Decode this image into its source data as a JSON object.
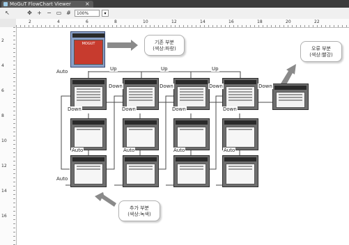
{
  "window": {
    "tab_title": "MoGuT FlowChart Viewer",
    "close_glyph": "×"
  },
  "toolbar": {
    "zoom_value": "100%",
    "zoom_dropdown_glyph": "▾",
    "buttons": [
      {
        "name": "pointer-tool-icon",
        "glyph": "↖"
      },
      {
        "name": "pan-tool-icon",
        "glyph": "✥"
      },
      {
        "name": "zoom-in-icon",
        "glyph": "+"
      },
      {
        "name": "zoom-out-icon",
        "glyph": "−"
      },
      {
        "name": "fit-page-icon",
        "glyph": "▭"
      },
      {
        "name": "grid-icon",
        "glyph": "#"
      }
    ]
  },
  "ruler": {
    "horizontal": [
      "2",
      "4",
      "6",
      "8",
      "10",
      "12",
      "14",
      "16",
      "18",
      "20",
      "22"
    ],
    "vertical": [
      "2",
      "4",
      "6",
      "8",
      "10",
      "12",
      "14",
      "16"
    ]
  },
  "nodes": {
    "start": {
      "text": "MOGUT"
    },
    "row2": [
      "",
      "",
      "",
      ""
    ],
    "row3": [
      "",
      "",
      "",
      ""
    ],
    "end": ""
  },
  "edge_labels": {
    "up": "Up",
    "down": "Down",
    "auto": "Auto"
  },
  "callouts": {
    "existing": {
      "line1": "기존 부분",
      "line2": "(색상:파랑)"
    },
    "error": {
      "line1": "오류 부분",
      "line2": "(색상:빨강)"
    },
    "added": {
      "line1": "추가 부분",
      "line2": "(색상:녹색)"
    }
  },
  "colors": {
    "arrow_fill": "#8a8a8a",
    "node_body": "#6e6e6e",
    "line": "#4a4a4a"
  }
}
